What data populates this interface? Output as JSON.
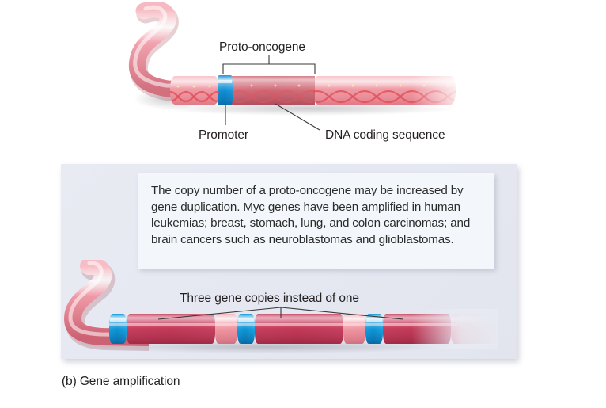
{
  "figure": {
    "caption": "(b) Gene amplification",
    "top_diagram": {
      "labels": {
        "proto_oncogene": "Proto-oncogene",
        "promoter": "Promoter",
        "dna_coding_sequence": "DNA coding sequence"
      }
    },
    "callout": {
      "text": "The copy number of a proto-oncogene may be increased by gene duplication. Myc genes have been amplified in human leukemias; breast, stomach, lung, and colon carcinomas; and brain cancers such as neuroblastomas and glioblastomas."
    },
    "bottom_diagram": {
      "labels": {
        "three_gene_copies": "Three gene copies instead of one"
      },
      "gene_copy_count": 3
    },
    "colors": {
      "promoter_blue": "#0f93d6",
      "coding_dark_red": "#c33b59",
      "strand_pink": "#ee929e",
      "panel_background": "#e6e8f0",
      "callout_background": "#f3f6fa",
      "label_text": "#231f20"
    }
  }
}
